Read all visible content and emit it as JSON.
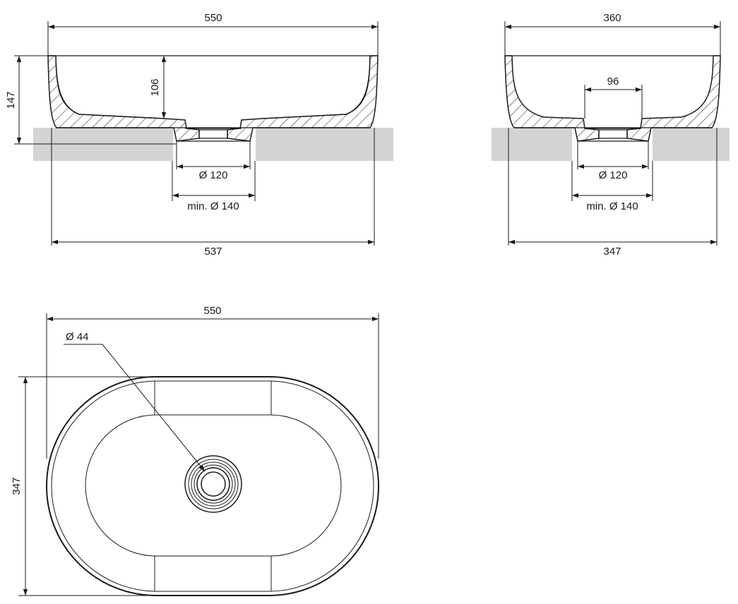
{
  "front_view": {
    "overall_width": "550",
    "depth_height": "147",
    "inner_depth": "106",
    "drain_diameter": "Ø 120",
    "cutout_min": "min. Ø 140",
    "base_width": "537"
  },
  "side_view": {
    "overall_width": "360",
    "inner_offset": "96",
    "drain_diameter": "Ø 120",
    "cutout_min": "min. Ø 140",
    "base_width": "347"
  },
  "top_view": {
    "overall_width": "550",
    "drain_hole": "Ø 44",
    "overall_depth": "347"
  },
  "colors": {
    "line": "#1a1a1a",
    "countertop": "#d3d3d3",
    "background": "#ffffff"
  }
}
